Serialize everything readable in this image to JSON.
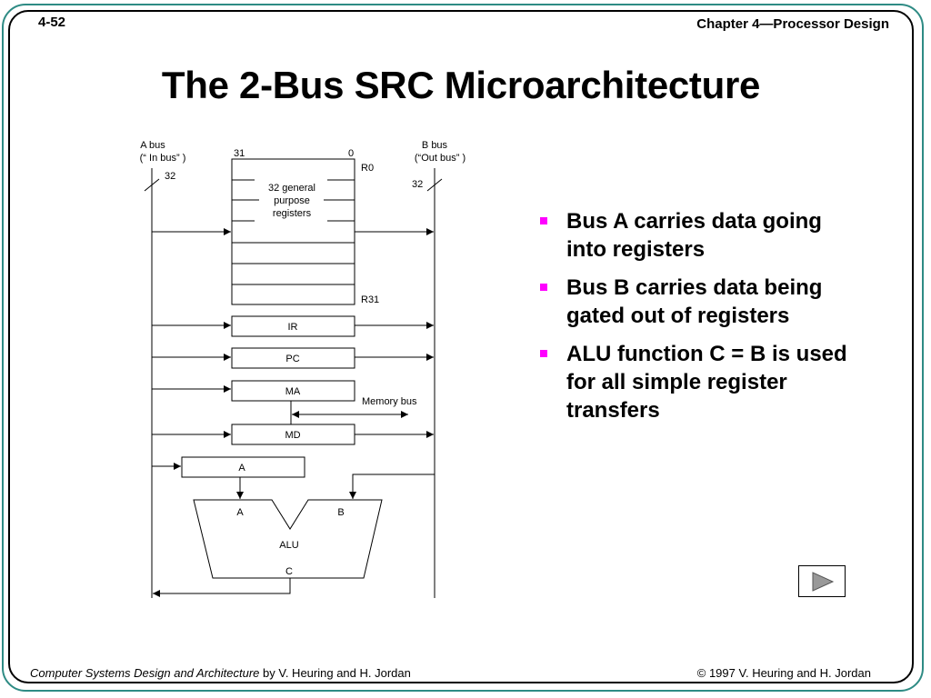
{
  "header": {
    "slide_number": "4-52",
    "chapter": "Chapter 4—Processor Design"
  },
  "title": "The 2-Bus SRC Microarchitecture",
  "diagram": {
    "a_bus_label": "A bus",
    "a_bus_sublabel": "(“ In bus” )",
    "a_bus_width": "32",
    "b_bus_label": "B bus",
    "b_bus_sublabel": "(“Out bus” )",
    "b_bus_width": "32",
    "bit_high": "31",
    "bit_low": "0",
    "reg_first": "R0",
    "reg_last": "R31",
    "regfile_label_1": "32 general",
    "regfile_label_2": "purpose",
    "regfile_label_3": "registers",
    "ir": "IR",
    "pc": "PC",
    "ma": "MA",
    "md": "MD",
    "memory_bus": "Memory bus",
    "a_reg": "A",
    "alu_in_a": "A",
    "alu_in_b": "B",
    "alu": "ALU",
    "alu_out": "C"
  },
  "bullets": [
    "Bus A carries data going into registers",
    "Bus B carries data being gated out of registers",
    "ALU function C = B is used for all simple register transfers"
  ],
  "footer": {
    "book_title": "Computer Systems Design and Architecture",
    "authors": " by V. Heuring and H. Jordan",
    "copyright": "© 1997 V. Heuring and H. Jordan"
  },
  "colors": {
    "outer_border": "#2e8b84",
    "bullet": "#ff00ff",
    "play_icon": "#999999"
  },
  "icons": {
    "next": "play-triangle-icon"
  }
}
